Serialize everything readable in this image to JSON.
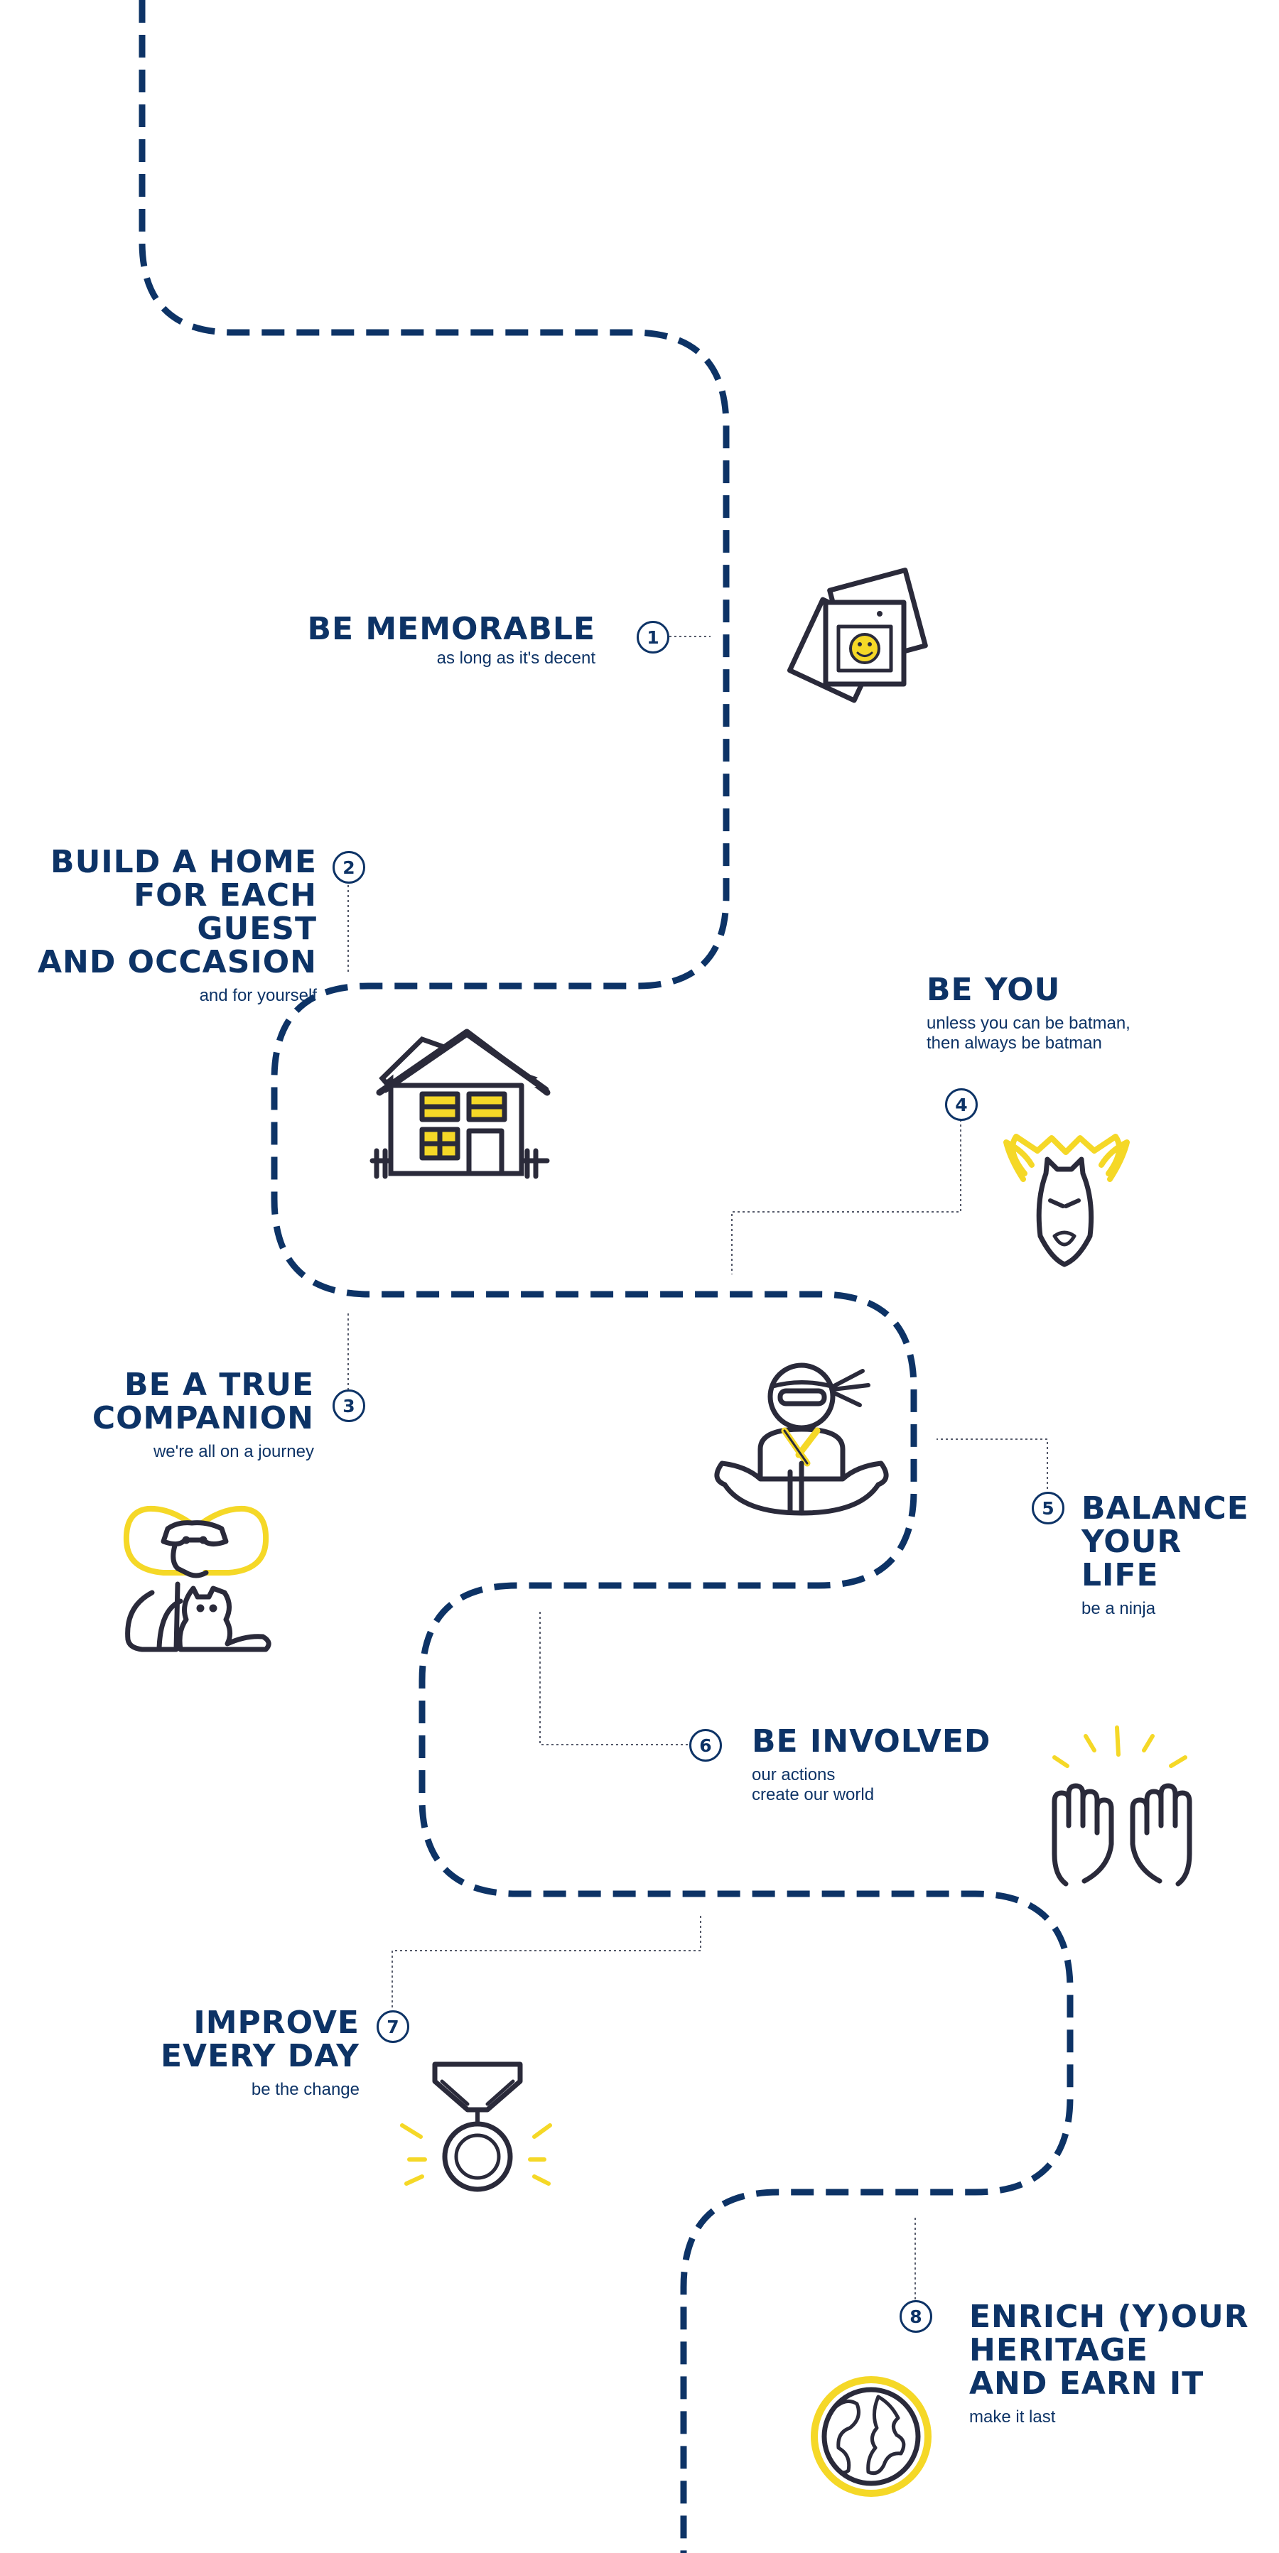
{
  "milestones": [
    {
      "number": "1",
      "title": "BE MEMORABLE",
      "subtitle": "as long as it's decent",
      "icon": "photo-frames-icon"
    },
    {
      "number": "2",
      "title": "BUILD A HOME\nFOR EACH GUEST\nAND OCCASION",
      "subtitle": "and for yourself",
      "icon": "house-icon"
    },
    {
      "number": "3",
      "title": "BE A TRUE\nCOMPANION",
      "subtitle": "we're all on a journey",
      "icon": "dog-and-cat-icon"
    },
    {
      "number": "4",
      "title": "BE YOU",
      "subtitle": "unless you can be batman,\nthen always be batman",
      "icon": "batman-mask-icon"
    },
    {
      "number": "5",
      "title": "BALANCE\nYOUR LIFE",
      "subtitle": "be a ninja",
      "icon": "ninja-icon"
    },
    {
      "number": "6",
      "title": "BE INVOLVED",
      "subtitle": "our actions\ncreate our world",
      "icon": "raised-hands-icon"
    },
    {
      "number": "7",
      "title": "IMPROVE\nEVERY DAY",
      "subtitle": "be the change",
      "icon": "medal-icon"
    },
    {
      "number": "8",
      "title": "ENRICH (Y)OUR\nHERITAGE\nAND EARN IT",
      "subtitle": "make it last",
      "icon": "globe-icon"
    }
  ],
  "colors": {
    "navy": "#0d3366",
    "yellow": "#f5d827",
    "ink": "#2a2a3a"
  }
}
